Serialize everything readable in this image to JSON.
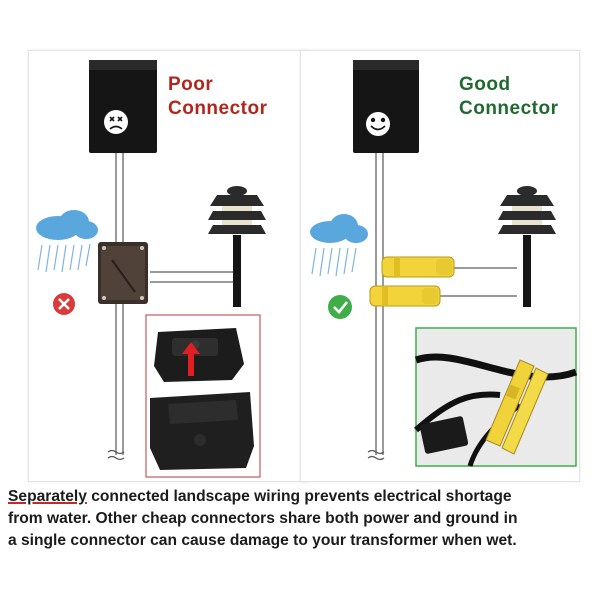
{
  "panels": {
    "poor": {
      "title_line1": "Poor",
      "title_line2": "Connector",
      "status": "x-icon"
    },
    "good": {
      "title_line1": "Good",
      "title_line2": "Connector",
      "status": "check-icon"
    }
  },
  "caption": {
    "underlined_word": "Separately",
    "text_line1_rest": " connected landscape wiring prevents electrical shortage",
    "text_line2": "from water. Other cheap connectors share both power and ground in",
    "text_line3": "a single connector can cause damage to your transformer when wet."
  },
  "colors": {
    "poor_title": "#b3261e",
    "good_title": "#1f6b2f",
    "x_badge": "#d93a3a",
    "check_badge": "#3fae49",
    "connector_yellow": "#f2d43a",
    "cloud_blue": "#5aa7de"
  }
}
